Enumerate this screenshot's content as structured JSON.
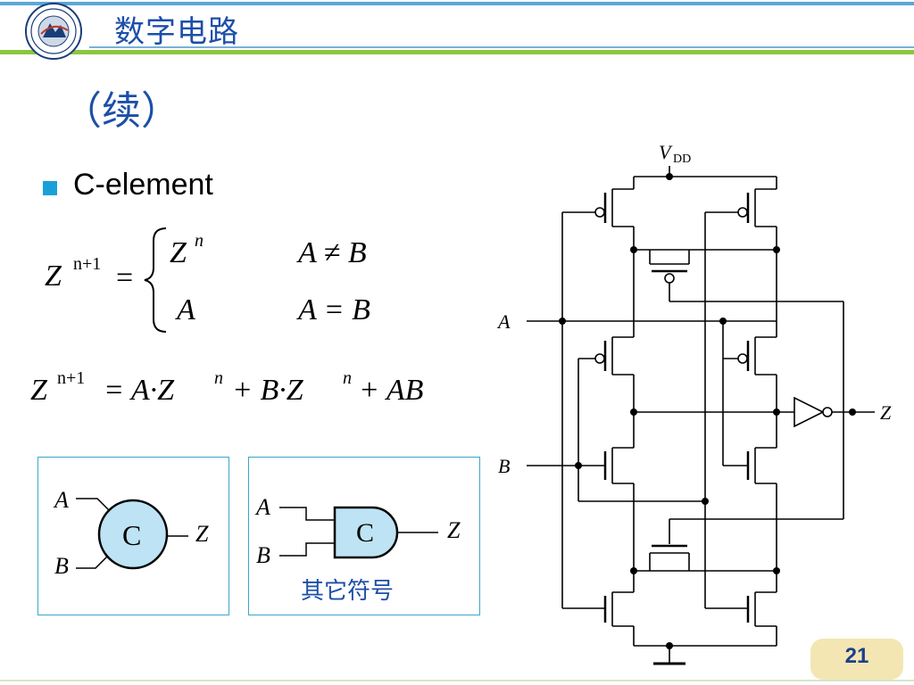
{
  "header": {
    "course_title": "数字电路",
    "logo_icon": "university-seal-icon"
  },
  "slide": {
    "subtitle": "（续）",
    "bullet": "C-element",
    "page_number": "21"
  },
  "equations": {
    "lhs": "Z",
    "lhs_sup": "n+1",
    "case1_value": "Z",
    "case1_sup": "n",
    "case1_cond": "A ≠ B",
    "case2_value": "A",
    "case2_cond": "A = B",
    "expanded": "Z",
    "expanded_sup": "n+1",
    "expanded_rhs_1": "= A·Z",
    "expanded_rhs_sup_1": "n",
    "expanded_rhs_2": "+ B·Z",
    "expanded_rhs_sup_2": "n",
    "expanded_rhs_3": "+ AB"
  },
  "symbols": {
    "symbol1": {
      "in_a": "A",
      "in_b": "B",
      "out": "Z",
      "label": "C",
      "fill": "#bde3f5"
    },
    "symbol2": {
      "in_a": "A",
      "in_b": "B",
      "out": "Z",
      "label": "C",
      "fill": "#bde3f5",
      "caption": "其它符号"
    }
  },
  "circuit": {
    "supply": "V",
    "supply_sub": "DD",
    "input_a": "A",
    "input_b": "B",
    "output": "Z"
  },
  "colors": {
    "title": "#1c4fa8",
    "bullet": "#1aa0d9",
    "box_border": "#3ba7c7",
    "caption": "#1c4fa8"
  }
}
